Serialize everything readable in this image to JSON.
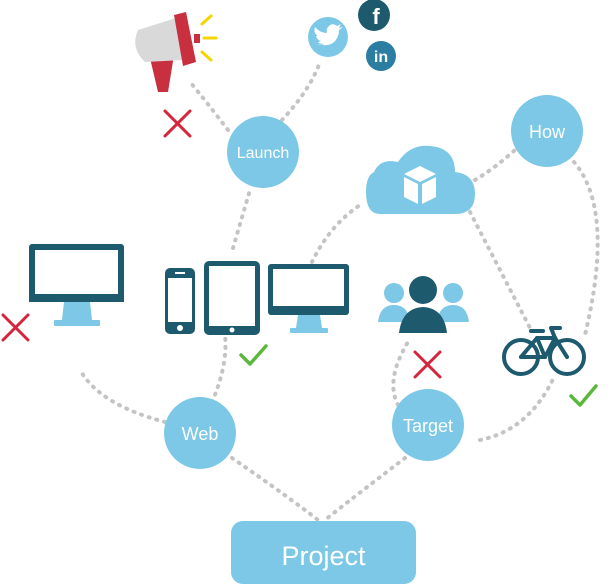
{
  "colors": {
    "node_fill": "#7cc8e6",
    "connector": "#c4c4c4",
    "dark_teal": "#1e5a6e",
    "light_blue": "#7cc8e6",
    "cross_red": "#d6243c",
    "check_green": "#5cb83c",
    "megaphone_red": "#c82f3f"
  },
  "nodes": {
    "project": "Project",
    "web": "Web",
    "target": "Target",
    "launch": "Launch",
    "how": "How"
  },
  "icons": {
    "social": [
      "twitter-icon",
      "facebook-icon",
      "linkedin-icon"
    ],
    "megaphone": "megaphone-icon",
    "cloud": "cloud-box-icon",
    "devices": [
      "desktop-monitor-icon",
      "phone-icon",
      "tablet-icon",
      "monitor-icon"
    ],
    "audience": "people-group-icon",
    "bicycle": "bicycle-icon",
    "marks": [
      "cross-icon",
      "check-icon"
    ]
  },
  "social_letters": {
    "facebook": "f",
    "linkedin": "in"
  }
}
